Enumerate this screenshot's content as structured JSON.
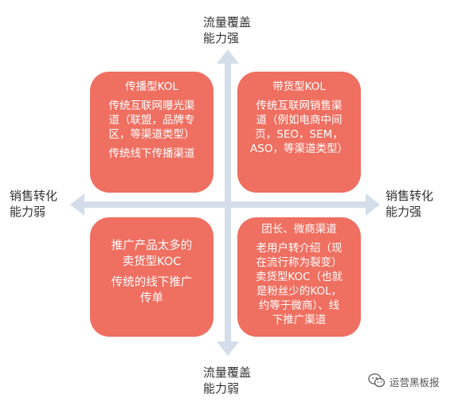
{
  "axes": {
    "top": [
      "流量覆盖",
      "能力强"
    ],
    "bottom": [
      "流量覆盖",
      "能力弱"
    ],
    "left": [
      "销售转化",
      "能力弱"
    ],
    "right": [
      "销售转化",
      "能力强"
    ]
  },
  "quadrants": {
    "top_left": {
      "title": "传播型KOL",
      "lines": [
        "传统互联网曝光渠",
        "道（联盟，品牌专",
        "区，等渠道类型）"
      ],
      "lines2": [
        "传统线下传播渠道"
      ]
    },
    "top_right": {
      "title": "带货型KOL",
      "lines": [
        "传统互联网销售渠",
        "道（例如电商中间",
        "页，SEO，SEM，",
        "ASO，等渠道类型）"
      ]
    },
    "bottom_left": {
      "lines": [
        "推广产品太多的",
        "卖货型KOC"
      ],
      "lines2": [
        "传统的线下推广",
        "传单"
      ]
    },
    "bottom_right": {
      "title": "团长、微商渠道",
      "lines": [
        "老用户转介绍（现",
        "在流行称为裂变）",
        "卖货型KOC（也就",
        "是粉丝少的KOL，",
        "约等于微商）、线",
        "下推广渠道"
      ]
    }
  },
  "watermark": {
    "text": "运营黑板报",
    "icon": "wechat-icon"
  },
  "colors": {
    "card": "#ef6f61",
    "axis": "#d3deea",
    "text": "#333333"
  }
}
